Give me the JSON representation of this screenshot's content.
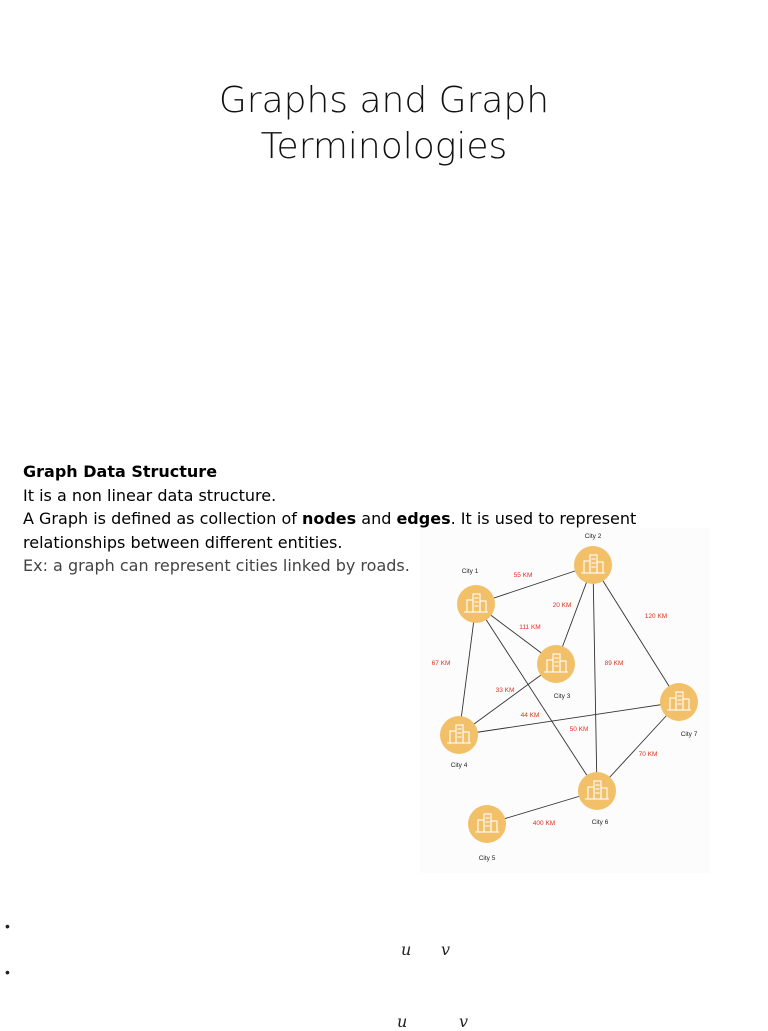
{
  "title": {
    "line1": "Graphs and Graph",
    "line2": "Terminologies"
  },
  "section": {
    "heading": "Graph Data Structure",
    "line1": "It is a non linear data structure.",
    "line2_pre": "A Graph is defined as collection of ",
    "line2_nodes": "nodes",
    "line2_mid": " and ",
    "line2_edges": "edges",
    "line2_post": ". It is used to represent",
    "line3": "relationships between different entities.",
    "example": "Ex: a graph can represent cities linked by roads."
  },
  "graph": {
    "node_color": "#f2c069",
    "edge_label_color": "#e03020",
    "nodes": [
      {
        "id": "c1",
        "label": "City 1"
      },
      {
        "id": "c2",
        "label": "City 2"
      },
      {
        "id": "c3",
        "label": "City 3"
      },
      {
        "id": "c4",
        "label": "City 4"
      },
      {
        "id": "c5",
        "label": "City 5"
      },
      {
        "id": "c6",
        "label": "City 6"
      },
      {
        "id": "c7",
        "label": "City 7"
      }
    ],
    "edges": [
      {
        "from": "c1",
        "to": "c2",
        "label": "55 KM"
      },
      {
        "from": "c2",
        "to": "c3",
        "label": "20 KM"
      },
      {
        "from": "c2",
        "to": "c7",
        "label": "120 KM"
      },
      {
        "from": "c1",
        "to": "c3",
        "label": "111 KM"
      },
      {
        "from": "c1",
        "to": "c4",
        "label": "67 KM"
      },
      {
        "from": "c2",
        "to": "c6",
        "label": "89 KM"
      },
      {
        "from": "c3",
        "to": "c4",
        "label": "33 KM"
      },
      {
        "from": "c4",
        "to": "c7",
        "label": "44 KM"
      },
      {
        "from": "c1",
        "to": "c6",
        "label": "50 KM"
      },
      {
        "from": "c6",
        "to": "c7",
        "label": "70 KM"
      },
      {
        "from": "c5",
        "to": "c6",
        "label": "400 KM"
      }
    ]
  },
  "footer": {
    "bullet1": "•",
    "bullet2": "•",
    "math1_u": "u",
    "math1_v": "v",
    "math2_u": "u",
    "math2_v": "v"
  }
}
